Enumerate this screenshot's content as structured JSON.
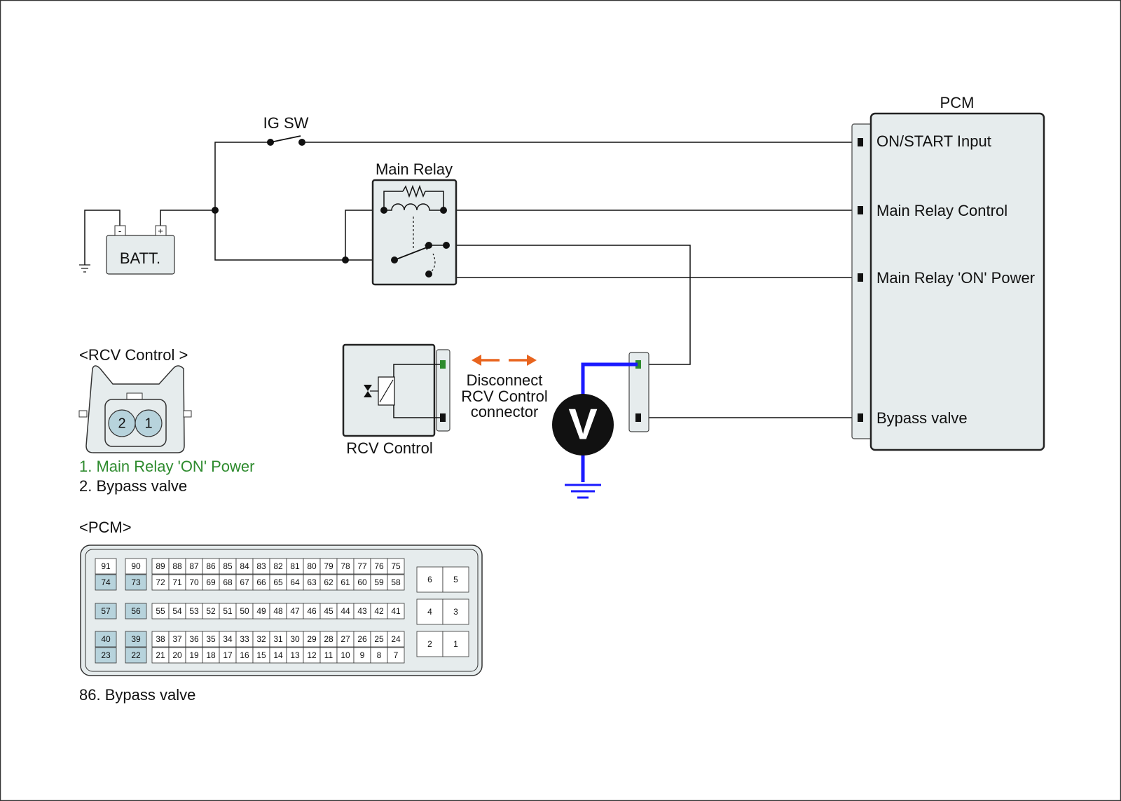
{
  "labels": {
    "ig_sw": "IG SW",
    "main_relay": "Main Relay",
    "batt": "BATT.",
    "batt_neg": "-",
    "batt_pos": "+",
    "pcm": "PCM",
    "pcm_pins": [
      "ON/START Input",
      "Main Relay Control",
      "Main Relay 'ON' Power",
      "Bypass valve"
    ],
    "rcv_control": "RCV Control",
    "disconnect": [
      "Disconnect",
      "RCV Control",
      "connector"
    ],
    "voltmeter": "V"
  },
  "rcv_connector": {
    "title": "<RCV Control >",
    "pins": [
      "2",
      "1"
    ],
    "legend": [
      {
        "text": "1. Main Relay 'ON' Power",
        "color": "#2e8b2e"
      },
      {
        "text": "2. Bypass valve",
        "color": "#111111"
      }
    ]
  },
  "pcm_connector": {
    "title": "<PCM>",
    "highlight_pins": [
      "74",
      "73",
      "57",
      "56",
      "40",
      "39",
      "23",
      "22"
    ],
    "left_rows": [
      [
        "91",
        "90"
      ],
      [
        "74",
        "73"
      ],
      [
        "57",
        "56"
      ],
      [
        "40",
        "39"
      ],
      [
        "23",
        "22"
      ]
    ],
    "main_rows": [
      [
        "89",
        "88",
        "87",
        "86",
        "85",
        "84",
        "83",
        "82",
        "81",
        "80",
        "79",
        "78",
        "77",
        "76",
        "75"
      ],
      [
        "72",
        "71",
        "70",
        "69",
        "68",
        "67",
        "66",
        "65",
        "64",
        "63",
        "62",
        "61",
        "60",
        "59",
        "58"
      ],
      [
        "55",
        "54",
        "53",
        "52",
        "51",
        "50",
        "49",
        "48",
        "47",
        "46",
        "45",
        "44",
        "43",
        "42",
        "41"
      ],
      [
        "38",
        "37",
        "36",
        "35",
        "34",
        "33",
        "32",
        "31",
        "30",
        "29",
        "28",
        "27",
        "26",
        "25",
        "24"
      ],
      [
        "21",
        "20",
        "19",
        "18",
        "17",
        "16",
        "15",
        "14",
        "13",
        "12",
        "11",
        "10",
        "9",
        "8",
        "7"
      ]
    ],
    "right_pairs": [
      [
        "6",
        "5"
      ],
      [
        "4",
        "3"
      ],
      [
        "2",
        "1"
      ]
    ],
    "legend": "86. Bypass valve"
  },
  "colors": {
    "probe_wire": "#1a1aff",
    "arrow": "#e8641e",
    "pin_highlight": "#b7d3dc",
    "green_terminal": "#2e8b2e"
  }
}
